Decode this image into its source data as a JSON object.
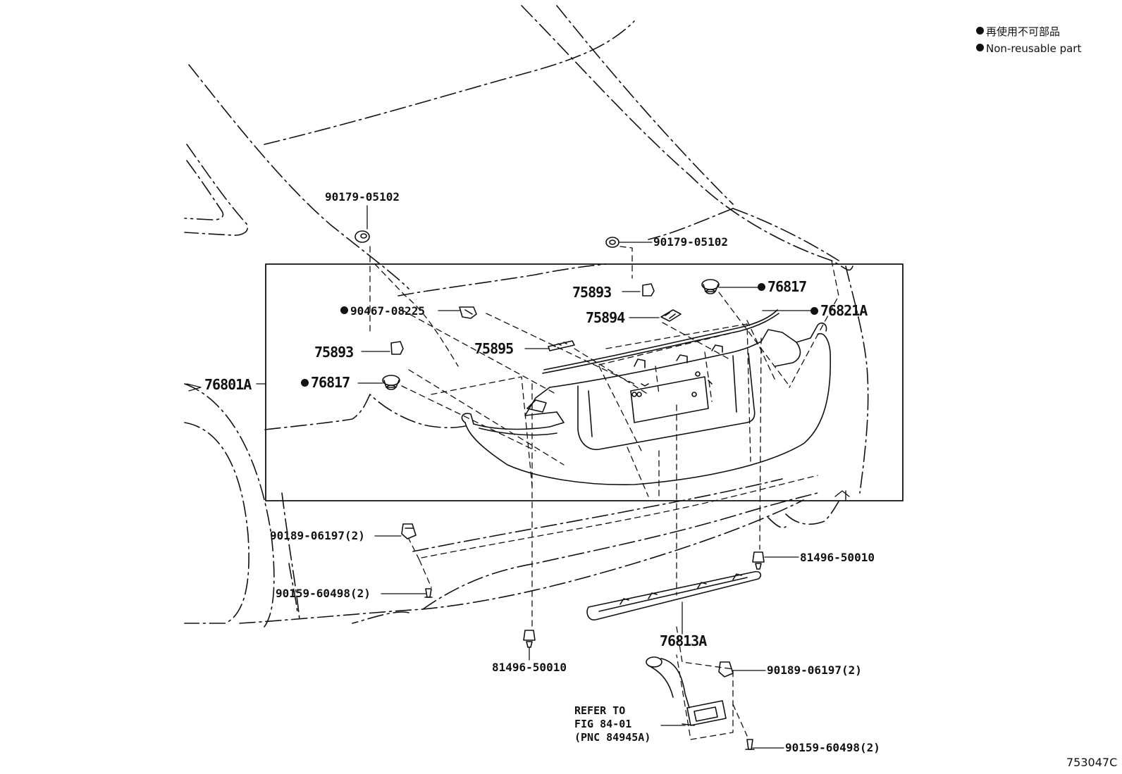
{
  "legend": {
    "jp": "再使用不可部品",
    "en": "Non-reusable part"
  },
  "figure_code": "753047C",
  "refer": {
    "line1": "REFER TO",
    "line2": "FIG 84-01",
    "line3": "(PNC 84945A)"
  },
  "parts": {
    "p90179_a": "90179-05102",
    "p90179_b": "90179-05102",
    "p75893_a": "75893",
    "p75893_b": "75893",
    "p76817_a": "76817",
    "p76817_b": "76817",
    "p75894": "75894",
    "p76821A": "76821A",
    "p90467": "90467-08225",
    "p75895": "75895",
    "p76801A": "76801A",
    "p90189_a": "90189-06197(2)",
    "p90159_a": "90159-60498(2)",
    "p81496_a": "81496-50010",
    "p81496_b": "81496-50010",
    "p76813A": "76813A",
    "p90189_b": "90189-06197(2)",
    "p90159_b": "90159-60498(2)"
  },
  "colors": {
    "ink": "#111111",
    "background": "#ffffff"
  }
}
